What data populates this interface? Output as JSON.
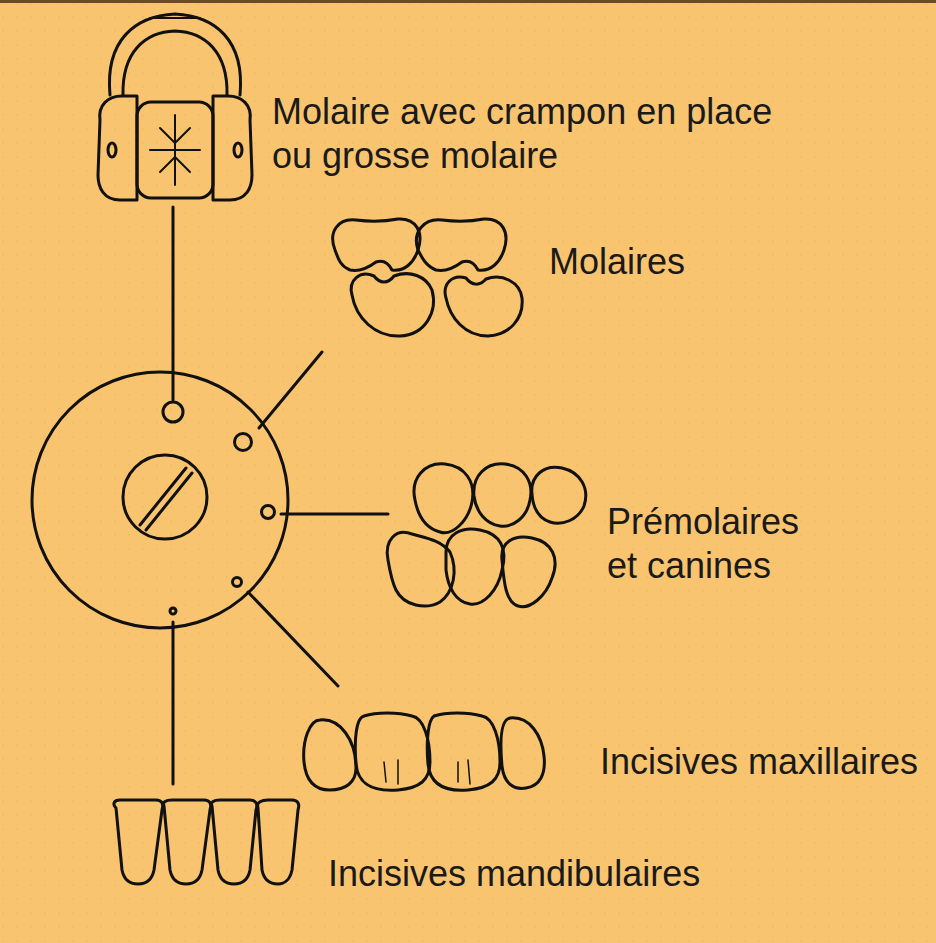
{
  "diagram": {
    "labels": [
      "Molaire avec crampon en place ou grosse molaire",
      "Molaires",
      "Prémolaires et canines",
      "Incisives maxillaires",
      "Incisives mandibulaires"
    ]
  }
}
